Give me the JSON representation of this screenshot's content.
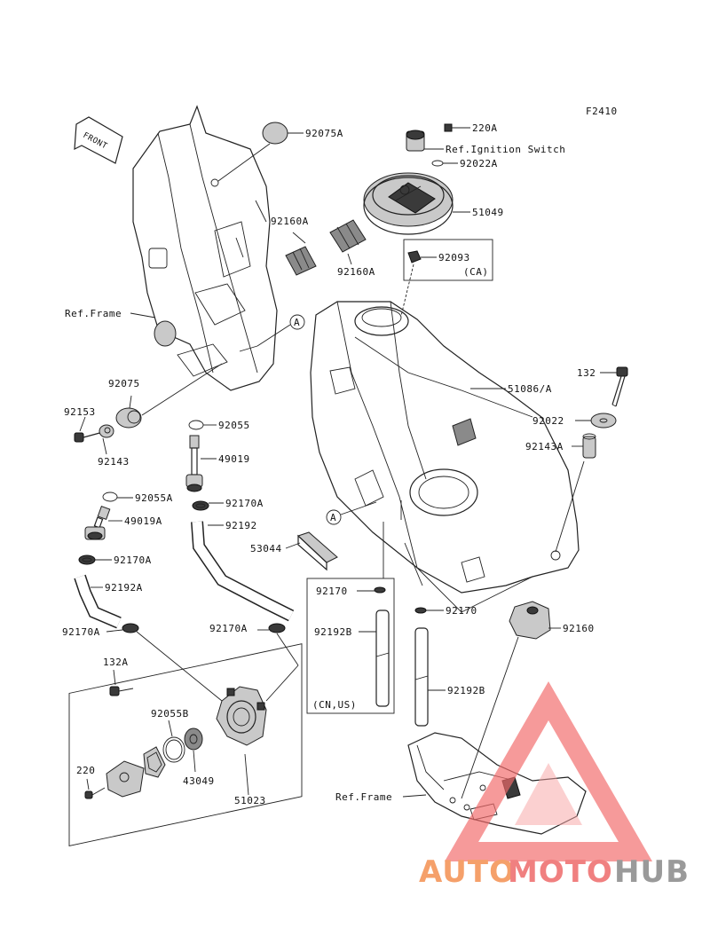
{
  "diagram": {
    "figure_code": "F2410",
    "front_arrow": "FRONT",
    "ref_labels": {
      "ignition": "Ref.Ignition Switch",
      "frame_top": "Ref.Frame",
      "frame_bottom": "Ref.Frame"
    },
    "callout": "A",
    "parts": {
      "p92075A": "92075A",
      "p220A": "220A",
      "p92022A": "92022A",
      "p51049": "51049",
      "p92160A_1": "92160A",
      "p92160A_2": "92160A",
      "p92093": "92093",
      "pCA": "(CA)",
      "p51086": "51086/A",
      "p132": "132",
      "p92022": "92022",
      "p92143A": "92143A",
      "p92075": "92075",
      "p92153": "92153",
      "p92143": "92143",
      "p92055": "92055",
      "p49019": "49019",
      "p92055A": "92055A",
      "p49019A": "49019A",
      "p92170A_1": "92170A",
      "p92192": "92192",
      "p53044": "53044",
      "p92170A_2": "92170A",
      "p92192A": "92192A",
      "p92170": "92170",
      "p92170_r": "92170",
      "p92192B": "92192B",
      "p92192B_r": "92192B",
      "p92160": "92160",
      "p92170A_3": "92170A",
      "p92170A_4": "92170A",
      "p132A": "132A",
      "pCNUS": "(CN,US)",
      "p92055B": "92055B",
      "p43049": "43049",
      "p220": "220",
      "p51023": "51023"
    }
  },
  "watermark": {
    "part1": "AUTO",
    "part2": "MOTO",
    "part3": "HUB",
    "color1": "#f5a06a",
    "color2": "#f08080",
    "color3": "#9a9a9a",
    "logo_color": "#f26b6b"
  }
}
